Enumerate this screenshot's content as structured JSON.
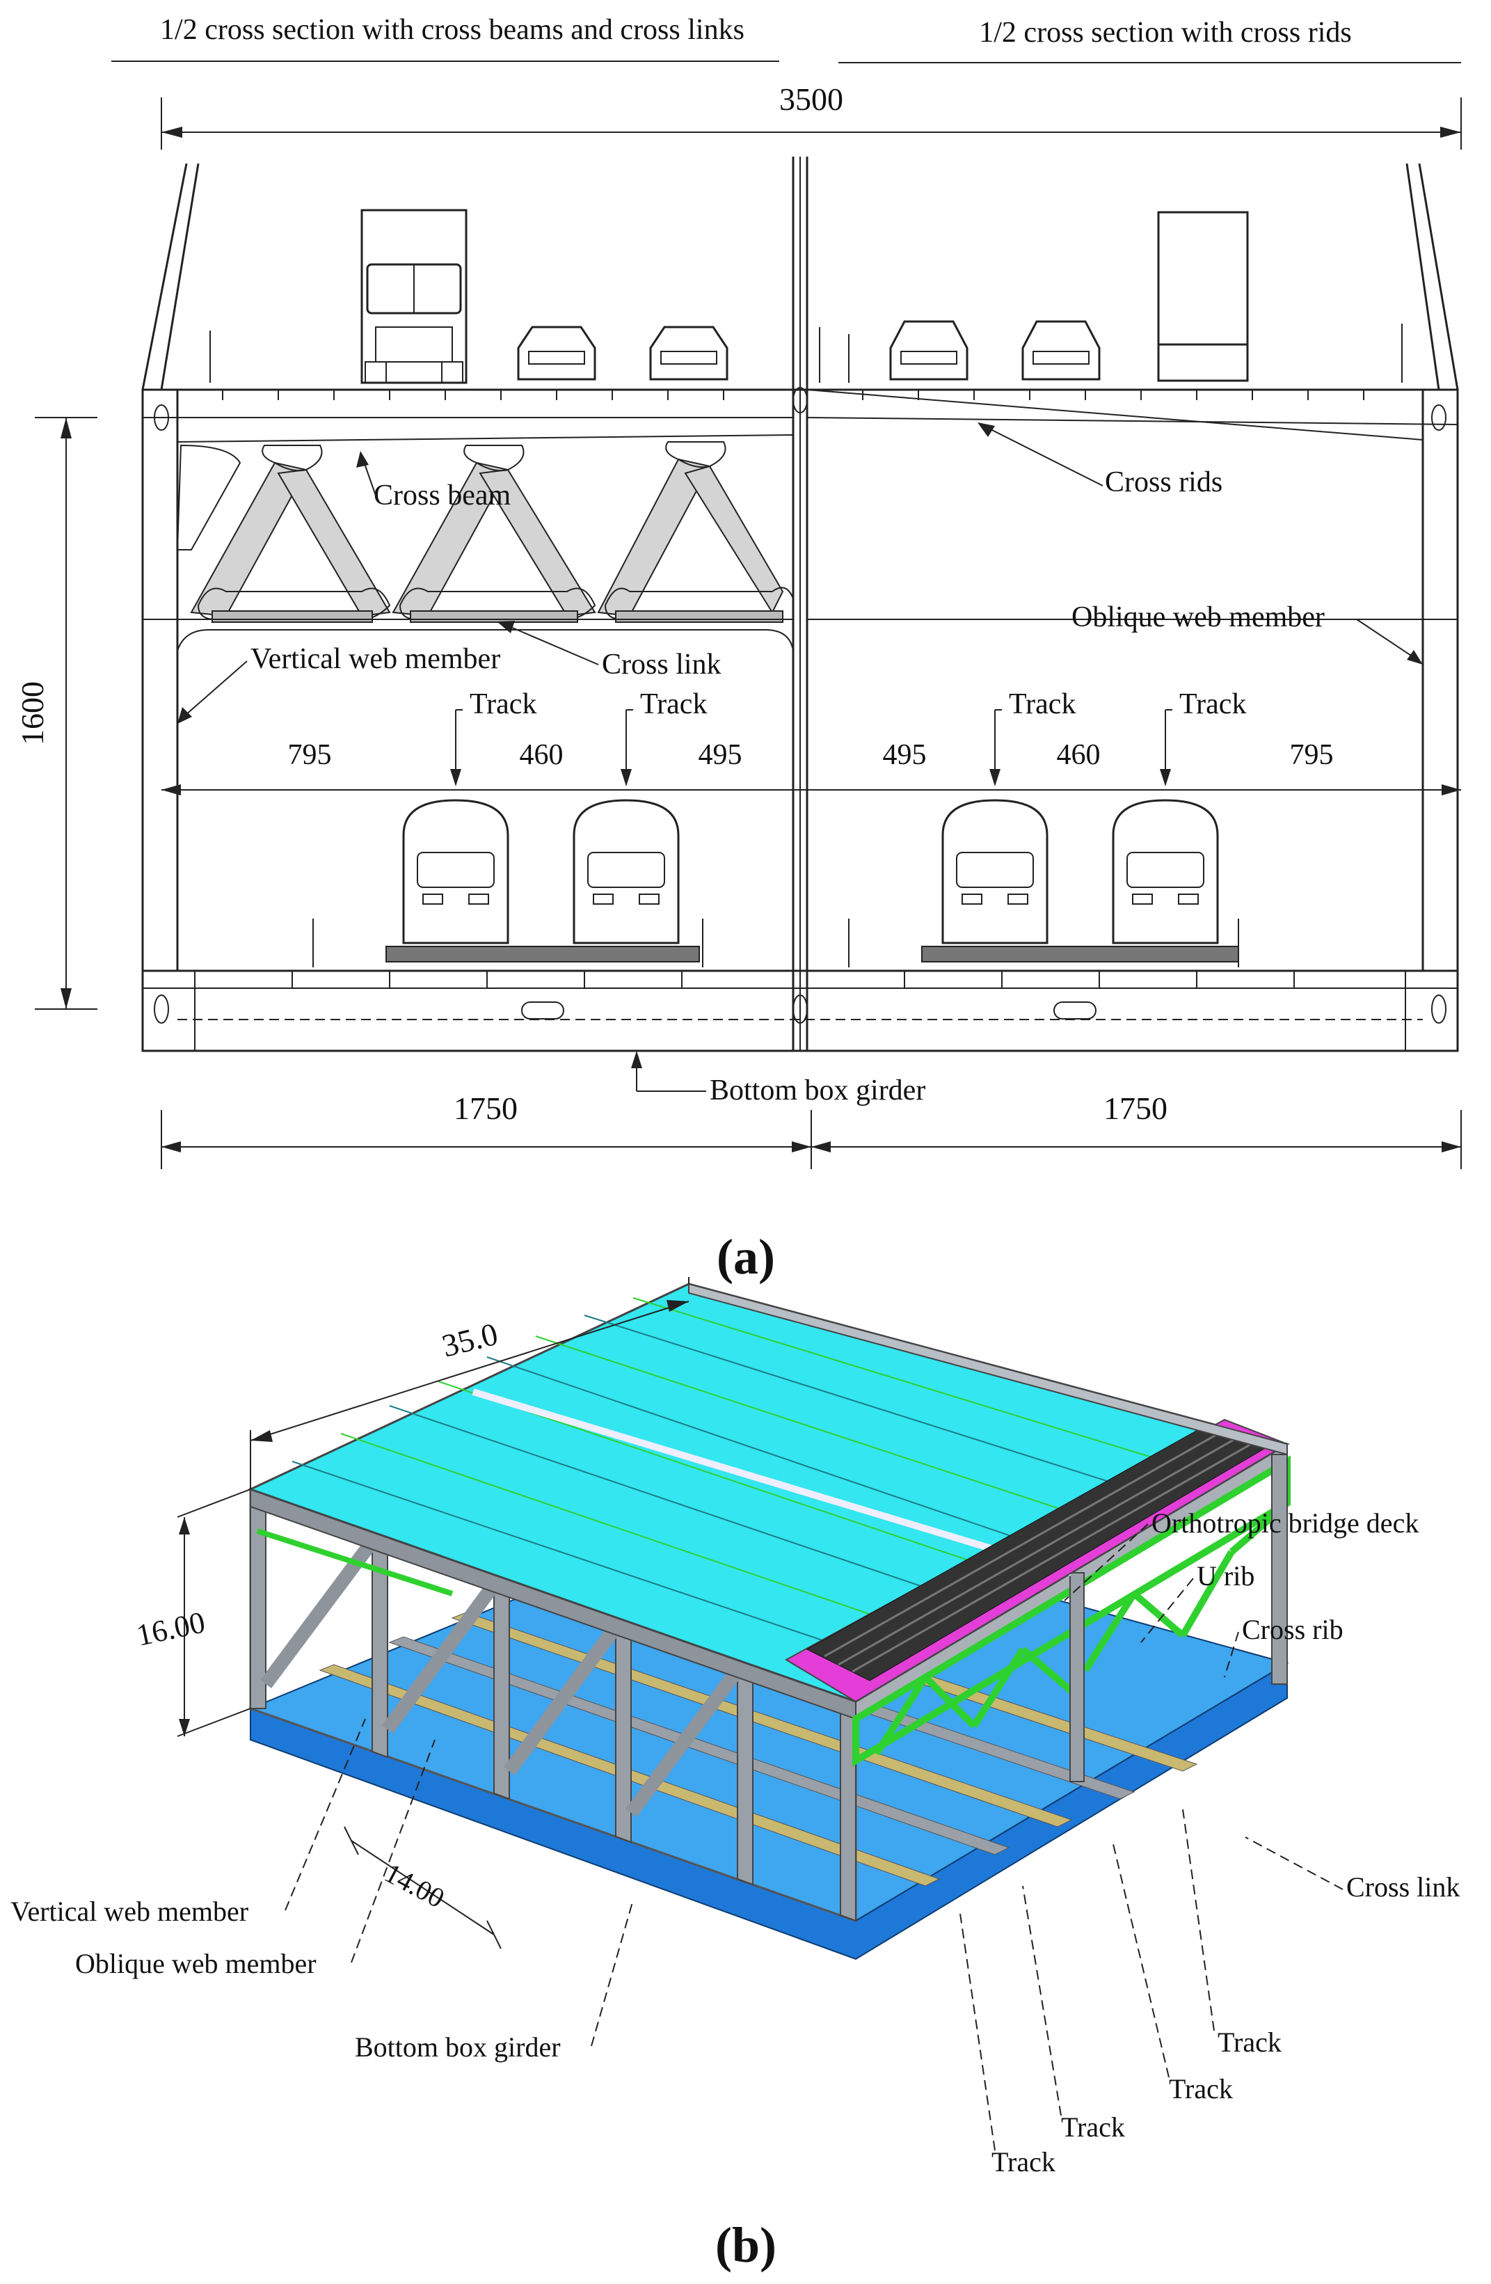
{
  "panel_a": {
    "header_left": "1/2 cross section with cross beams and cross links",
    "header_right": "1/2 cross section with cross rids",
    "dim_total": "3500",
    "dim_height": "1600",
    "dim_half_left": "1750",
    "dim_half_right": "1750",
    "dim_seg_left": [
      "795",
      "460",
      "495"
    ],
    "dim_seg_right": [
      "495",
      "460",
      "795"
    ],
    "label_cross_beam": "Cross beam",
    "label_cross_rids": "Cross rids",
    "label_oblique_web": "Oblique web member",
    "label_vertical_web": "Vertical web member",
    "label_cross_link": "Cross link",
    "label_track": "Track",
    "label_bottom_box": "Bottom box girder",
    "caption": "(a)"
  },
  "panel_b": {
    "dim_width": "35.0",
    "dim_height": "16.00",
    "dim_spacing": "14.00",
    "label_deck": "Orthotropic bridge deck",
    "label_u_rib": "U rib",
    "label_cross_rib": "Cross rib",
    "label_cross_link": "Cross link",
    "label_vertical_web": "Vertical web member",
    "label_oblique_web": "Oblique web member",
    "label_bottom_box": "Bottom box girder",
    "label_track": "Track",
    "caption": "(b)"
  },
  "colors": {
    "deck": "#33e6f0",
    "steel": "#9aa0a8",
    "bottom": "#1e78d8",
    "green": "#2fd12f",
    "magenta": "#e43ed8",
    "rails": "#c9b870"
  }
}
